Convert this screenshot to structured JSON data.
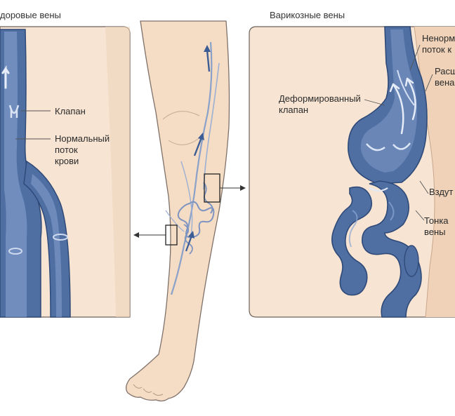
{
  "panels": {
    "healthy": {
      "title": "дорoвые вены",
      "labels": {
        "valve": "Клапан",
        "flow_line1": "Нормальный",
        "flow_line2": "поток",
        "flow_line3": "крови"
      }
    },
    "varicose": {
      "title": "Варикозные вены",
      "labels": {
        "deformed_line1": "Деформированный",
        "deformed_line2": "клапан",
        "abnormal_line1": "Ненорм",
        "abnormal_line2": "поток к",
        "dilated_line1": "Расш",
        "dilated_line2": "вена",
        "bulge": "Вздут",
        "thin_line1": "Тонка",
        "thin_line2": "вены"
      }
    }
  },
  "colors": {
    "vein": "#5474a6",
    "vein_dark": "#3d5a89",
    "vein_light": "#a9bde0",
    "skin": "#f6e1cc",
    "skin_panel": "#f8e7d6",
    "outline": "#7a6f69",
    "arrow": "#3b5c95"
  }
}
